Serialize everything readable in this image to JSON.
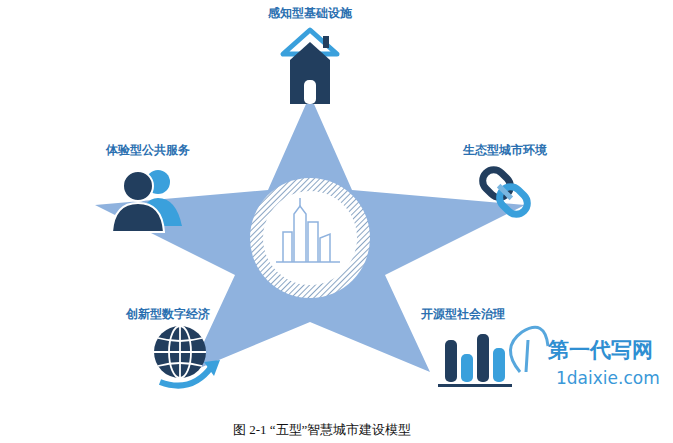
{
  "diagram": {
    "caption": "图 2-1 “五型”智慧城市建设模型",
    "labels": [
      "感知型基础设施",
      "体验型公共服务",
      "生态型城市环境",
      "创新型数字经济",
      "开源型社会治理",
      "第一代写网",
      "1daixie.com"
    ]
  }
}
